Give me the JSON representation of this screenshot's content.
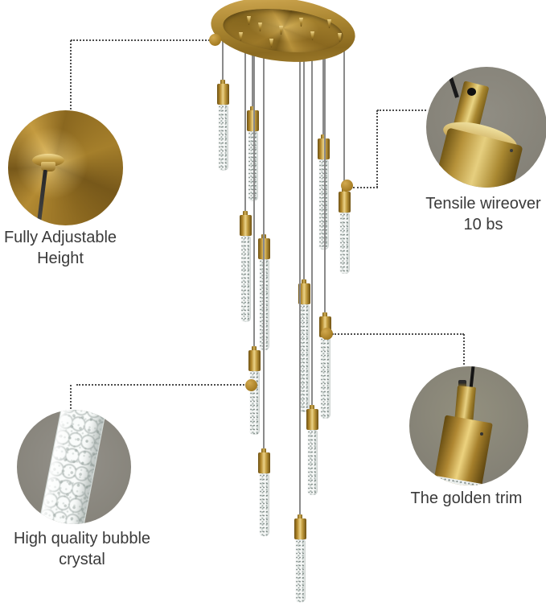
{
  "callouts": {
    "adjustable_height": {
      "line1": "Fully Adjustable",
      "line2": "Height"
    },
    "tensile_wire": {
      "line1": "Tensile wireover",
      "line2": "10 bs"
    },
    "bubble_crystal": {
      "line1": "High quality bubble",
      "line2": "crystal"
    },
    "golden_trim": {
      "line1": "The golden trim"
    }
  },
  "colors": {
    "gold_light": "#e8cd7c",
    "gold": "#b68c34",
    "gold_dark": "#7a5c1b",
    "detail_circle_bg": "#8b887e",
    "label_text": "#3a3a3a",
    "background": "#ffffff",
    "pendant_wire": "#8a8a8a",
    "leader_line": "#4d4d4d"
  }
}
